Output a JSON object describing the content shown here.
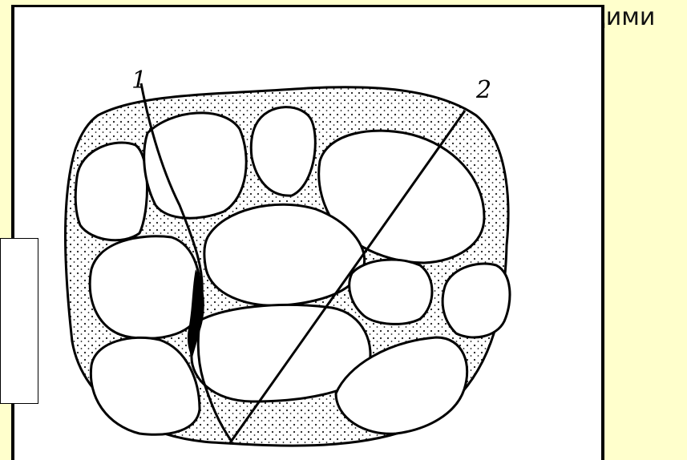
{
  "slide": {
    "text_fragment": "дими"
  },
  "figure": {
    "labels": {
      "crack1": "1",
      "crack2": "2"
    },
    "colors": {
      "matrix_fill": "#ffffff",
      "dot": "#1a1a1a",
      "line": "#000000",
      "slide_bg": "#ffffcc"
    }
  }
}
